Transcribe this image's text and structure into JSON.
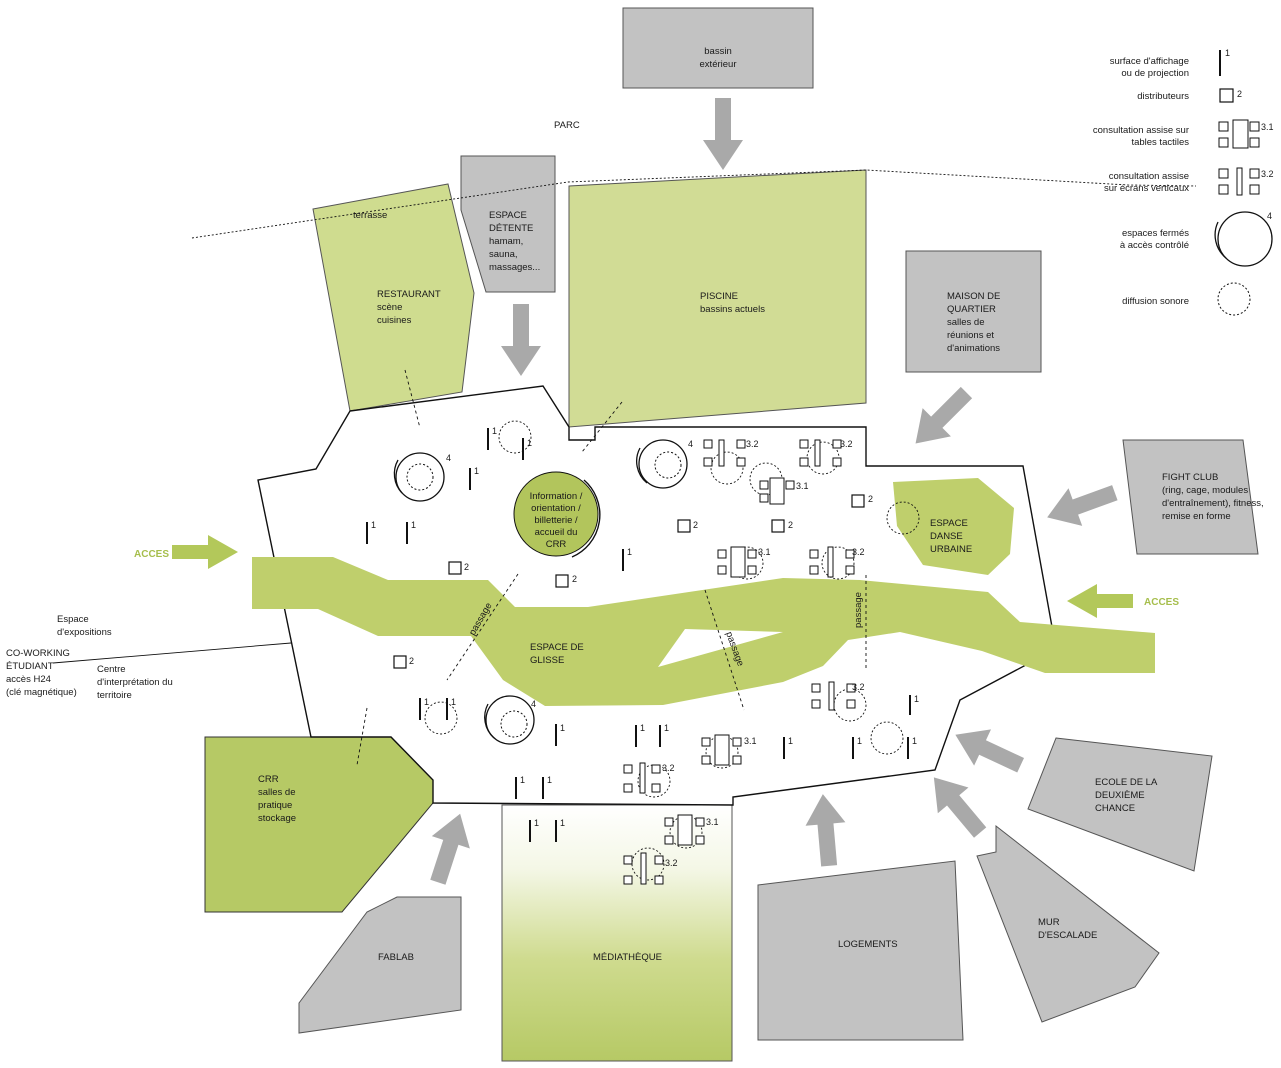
{
  "colors": {
    "green_light": "#d1dc95",
    "green_mid": "#bfcf6c",
    "green_strong": "#b2c55c",
    "gray": "#c2c2c2",
    "arrow_gray": "#a9a9a9",
    "arrow_green": "#b3c85a",
    "acces_text": "#a6be4c"
  },
  "top": {
    "bassin": [
      "bassin",
      "extérieur"
    ],
    "parc": "PARC",
    "terrasse": "terrasse",
    "espace_detente": [
      "ESPACE",
      "DÉTENTE",
      "hamam,",
      "sauna,",
      "massages..."
    ],
    "restaurant": [
      "RESTAURANT",
      "scène",
      "cuisines"
    ],
    "piscine": [
      "PISCINE",
      "bassins actuels"
    ],
    "maison_quartier": [
      "MAISON DE",
      "QUARTIER",
      "salles de",
      "réunions et",
      "d'animations"
    ],
    "fight_club": [
      "FIGHT CLUB",
      "(ring, cage, modules",
      "d'entraînement), fitness,",
      "remise en forme"
    ]
  },
  "center": {
    "info": [
      "Information /",
      "orientation /",
      "billetterie /",
      "accueil du",
      "CRR"
    ],
    "danse": [
      "ESPACE",
      "DANSE",
      "URBAINE"
    ],
    "glisse": [
      "ESPACE DE",
      "GLISSE"
    ],
    "passage": "passage",
    "acces": "ACCES"
  },
  "left": {
    "expositions": [
      "Espace",
      "d'expositions"
    ],
    "coworking": [
      "CO-WORKING",
      "ÉTUDIANT",
      "accès H24",
      "(clé magnétique)"
    ],
    "centre": [
      "Centre",
      "d'interprétation du",
      "territoire"
    ],
    "crr": [
      "CRR",
      "salles de",
      "pratique",
      "stockage"
    ]
  },
  "bottom": {
    "fablab": "FABLAB",
    "mediatheque": "MÉDIATHÈQUE",
    "logements": "LOGEMENTS",
    "mur": [
      "MUR",
      "D'ESCALADE"
    ],
    "ecole": [
      "ECOLE DE LA",
      "DEUXIÈME",
      "CHANCE"
    ]
  },
  "legend": [
    {
      "label": [
        "surface d'affichage",
        "ou de projection"
      ],
      "num": "1"
    },
    {
      "label": [
        "distributeurs"
      ],
      "num": "2"
    },
    {
      "label": [
        "consultation assise sur",
        "tables tactiles"
      ],
      "num": "3.1"
    },
    {
      "label": [
        "consultation assise",
        "sur écrans verticaux"
      ],
      "num": "3.2"
    },
    {
      "label": [
        "espaces fermés",
        "à accès contrôlé"
      ],
      "num": "4"
    },
    {
      "label": [
        "diffusion sonore"
      ],
      "num": ""
    }
  ],
  "markers": {
    "n1": "1",
    "n2": "2",
    "n31": "3.1",
    "n32": "3.2",
    "n4": "4"
  }
}
